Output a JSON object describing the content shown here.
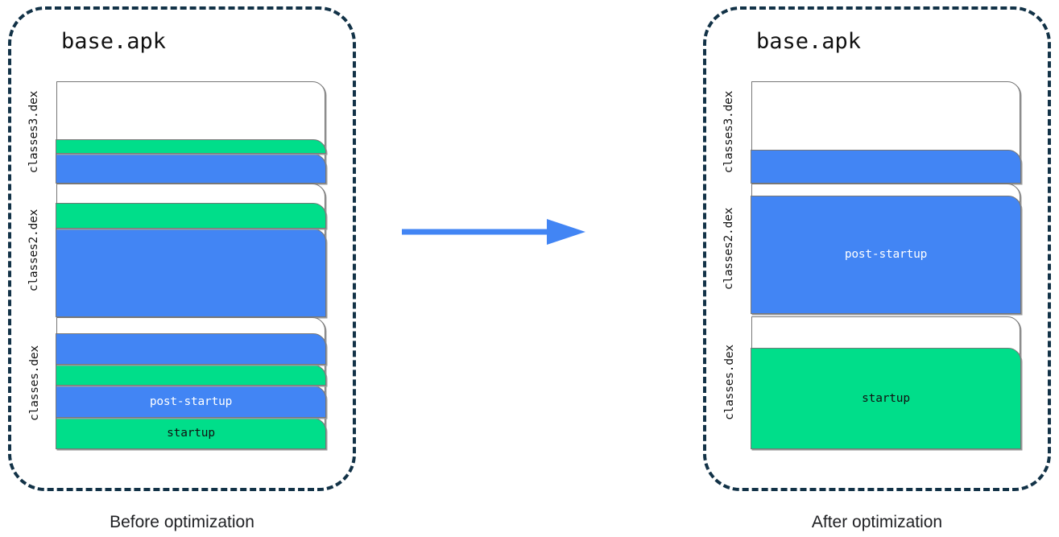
{
  "colors": {
    "startup": "#00DE8A",
    "post_startup": "#4285F4",
    "panel_border": "#123247",
    "arrow": "#4285F4"
  },
  "arrow": {
    "name": "right-arrow-icon",
    "direction": "right"
  },
  "panels": [
    {
      "id": "before",
      "title": "base.apk",
      "caption": "Before optimization",
      "dex_groups": [
        {
          "label": "classes3.dex",
          "segments": [
            {
              "kind": "post-startup",
              "label": ""
            },
            {
              "kind": "startup",
              "label": ""
            }
          ]
        },
        {
          "label": "classes2.dex",
          "segments": [
            {
              "kind": "post-startup",
              "label": ""
            },
            {
              "kind": "startup",
              "label": ""
            }
          ]
        },
        {
          "label": "classes.dex",
          "segments": [
            {
              "kind": "startup",
              "label": "startup"
            },
            {
              "kind": "post-startup",
              "label": "post-startup"
            },
            {
              "kind": "startup",
              "label": ""
            },
            {
              "kind": "post-startup",
              "label": ""
            }
          ]
        }
      ]
    },
    {
      "id": "after",
      "title": "base.apk",
      "caption": "After optimization",
      "dex_groups": [
        {
          "label": "classes3.dex",
          "segments": [
            {
              "kind": "post-startup",
              "label": ""
            }
          ]
        },
        {
          "label": "classes2.dex",
          "segments": [
            {
              "kind": "post-startup",
              "label": "post-startup"
            }
          ]
        },
        {
          "label": "classes.dex",
          "segments": [
            {
              "kind": "startup",
              "label": "startup"
            }
          ]
        }
      ]
    }
  ]
}
